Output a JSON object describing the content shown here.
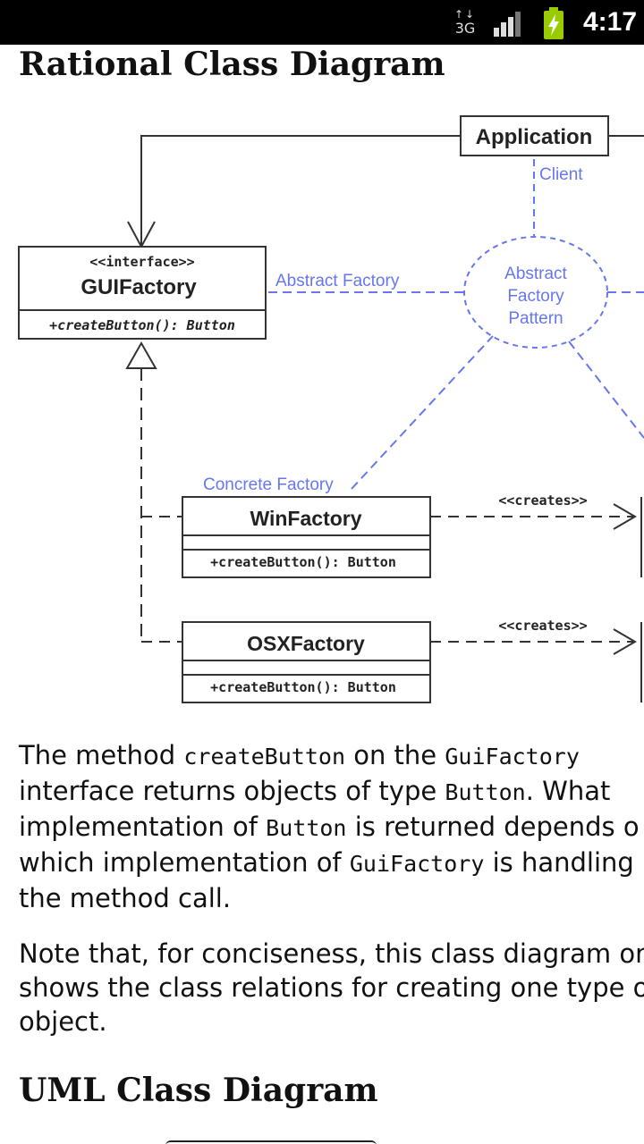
{
  "status_bar": {
    "network": "3G",
    "time": "4:17"
  },
  "headings": {
    "rational": "Rational Class Diagram",
    "uml": "UML Class Diagram"
  },
  "diagram": {
    "application": "Application",
    "client_label": "Client",
    "pattern_line1": "Abstract",
    "pattern_line2": "Factory",
    "pattern_line3": "Pattern",
    "abstract_factory_label": "Abstract Factory",
    "concrete_factory_label": "Concrete Factory",
    "gui_stereotype": "<<interface>>",
    "gui_name": "GUIFactory",
    "gui_method": "+createButton(): Button",
    "win_name": "WinFactory",
    "win_method": "+createButton(): Button",
    "osx_name": "OSXFactory",
    "osx_method": "+createButton(): Button",
    "creates_1": "<<creates>>",
    "creates_2": "<<creates>>"
  },
  "paragraphs": {
    "p1": {
      "l1a": "The method ",
      "l1b": "createButton",
      "l1c": " on the ",
      "l1d": "GuiFactory",
      "l2a": "interface returns objects of type ",
      "l2b": "Button",
      "l2c": ". What",
      "l3a": "implementation of ",
      "l3b": "Button",
      "l3c": " is returned depends o",
      "l4a": "which implementation of ",
      "l4b": "GuiFactory",
      "l4c": " is handling",
      "l5": "the method call."
    },
    "p2": {
      "l1": "Note that, for conciseness, this class diagram onl",
      "l2": "shows the class relations for creating one type o",
      "l3": "object."
    }
  }
}
